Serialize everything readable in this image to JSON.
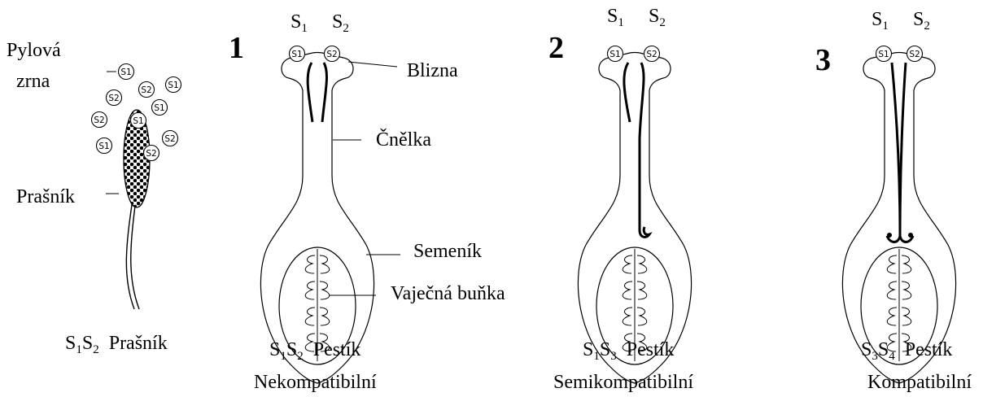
{
  "labels": {
    "pollen_line1": "Pylová",
    "pollen_line2": "zrna",
    "anther": "Prašník",
    "stigma": "Blizna",
    "style": "Čnělka",
    "ovary": "Semeník",
    "egg_cell": "Vaječná buňka"
  },
  "pollen_tags": [
    "S1",
    "S2",
    "S1",
    "S2",
    "S2",
    "S1",
    "S1",
    "S2",
    "S1",
    "S2"
  ],
  "anther_plant": {
    "genotype": [
      "S",
      "1",
      "S",
      "2"
    ],
    "name": "Prašník"
  },
  "panels": [
    {
      "number": "1",
      "top_alleles": [
        "S",
        "1",
        "S",
        "2"
      ],
      "tip_labels": [
        "S1",
        "S2"
      ],
      "genotype": [
        "S",
        "1",
        "S",
        "2"
      ],
      "organ": "Pestík",
      "result": "Nekompatibilní"
    },
    {
      "number": "2",
      "top_alleles": [
        "S",
        "1",
        "S",
        "2"
      ],
      "tip_labels": [
        "S1",
        "S2"
      ],
      "genotype": [
        "S",
        "1",
        "S",
        "3"
      ],
      "organ": "Pestík",
      "result": "Semikompatibilní"
    },
    {
      "number": "3",
      "top_alleles": [
        "S",
        "1",
        "S",
        "2"
      ],
      "tip_labels": [
        "S1",
        "S2"
      ],
      "genotype": [
        "S",
        "3",
        "S",
        "4"
      ],
      "organ": "Pestík",
      "result": "Kompatibilní"
    }
  ]
}
